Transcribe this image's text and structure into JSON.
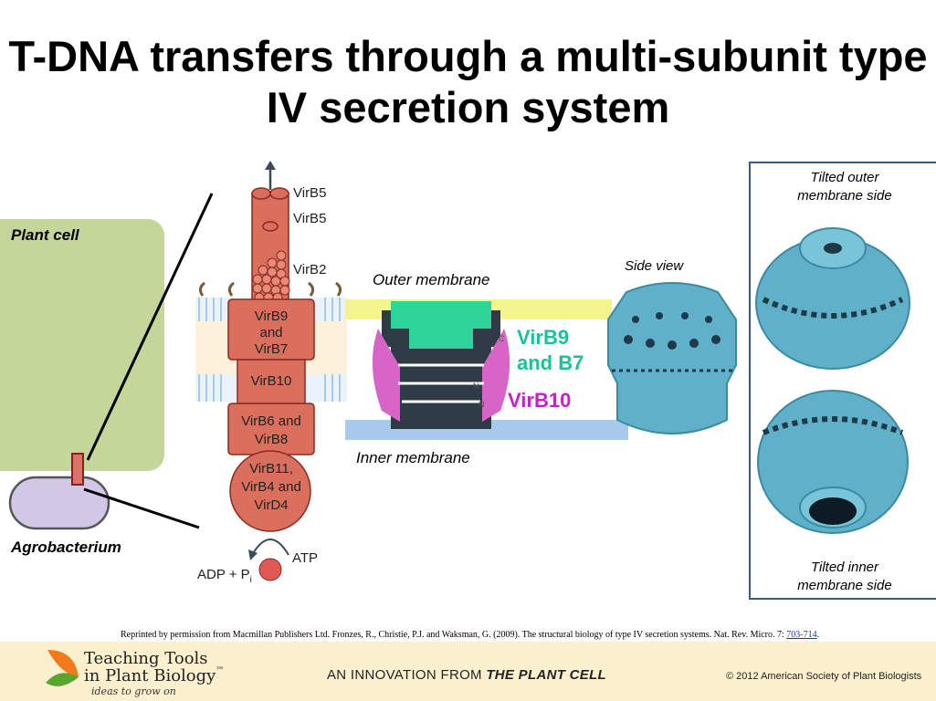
{
  "slide": {
    "title": "T-DNA transfers through a multi-subunit type IV secretion system"
  },
  "left_diagram": {
    "plant_cell_label": "Plant cell",
    "agrobacterium_label": "Agrobacterium"
  },
  "channel": {
    "labels": {
      "virb5_top": "VirB5",
      "virb5_mid": "VirB5",
      "virb2": "VirB2",
      "virb9_line1": "VirB9",
      "virb9_line2": "and",
      "virb9_line3": "VirB7",
      "virb10": "VirB10",
      "virb6_line1": "VirB6 and",
      "virb6_line2": "VirB8",
      "virb11_line1": "VirB11,",
      "virb11_line2": "VirB4 and",
      "virb11_line3": "VirD4",
      "adp": "ADP + P",
      "adp_sub": "i",
      "atp": "ATP"
    }
  },
  "cryo": {
    "outer_membrane": "Outer membrane",
    "inner_membrane": "Inner membrane",
    "virb9_line1": "VirB9",
    "virb9_line2": "and B7",
    "virb10": "VirB10",
    "side_view": "Side view",
    "letter_c": "C",
    "letter_n1": "N",
    "letter_n2": "N"
  },
  "tilted": {
    "outer_line1": "Tilted outer",
    "outer_line2": "membrane side",
    "inner_line1": "Tilted inner",
    "inner_line2": "membrane side"
  },
  "credit": {
    "text": "Reprinted by permission from Macmillan Publishers Ltd. Fronzes, R., Christie, P.J. and Waksman, G. (2009). The structural biology of type IV secretion systems. Nat. Rev. Micro. 7: ",
    "link": "703-714",
    "end": "."
  },
  "footer": {
    "logo_line1": "Teaching Tools",
    "logo_line2": "in Plant Biology",
    "tm": "™",
    "tagline": "ideas to grow on",
    "innovation_prefix": "AN INNOVATION FROM ",
    "innovation_brand": "THE PLANT CELL",
    "copyright": "© 2012 American Society of Plant Biologists"
  },
  "colors": {
    "plant_cell": "#c4d69a",
    "bacterium": "#d2c7e6",
    "channel": "#d96f5c",
    "virb9_text": "#19c39a",
    "virb10_text": "#c81fc8",
    "cryo_blue": "#5fb0c8"
  }
}
